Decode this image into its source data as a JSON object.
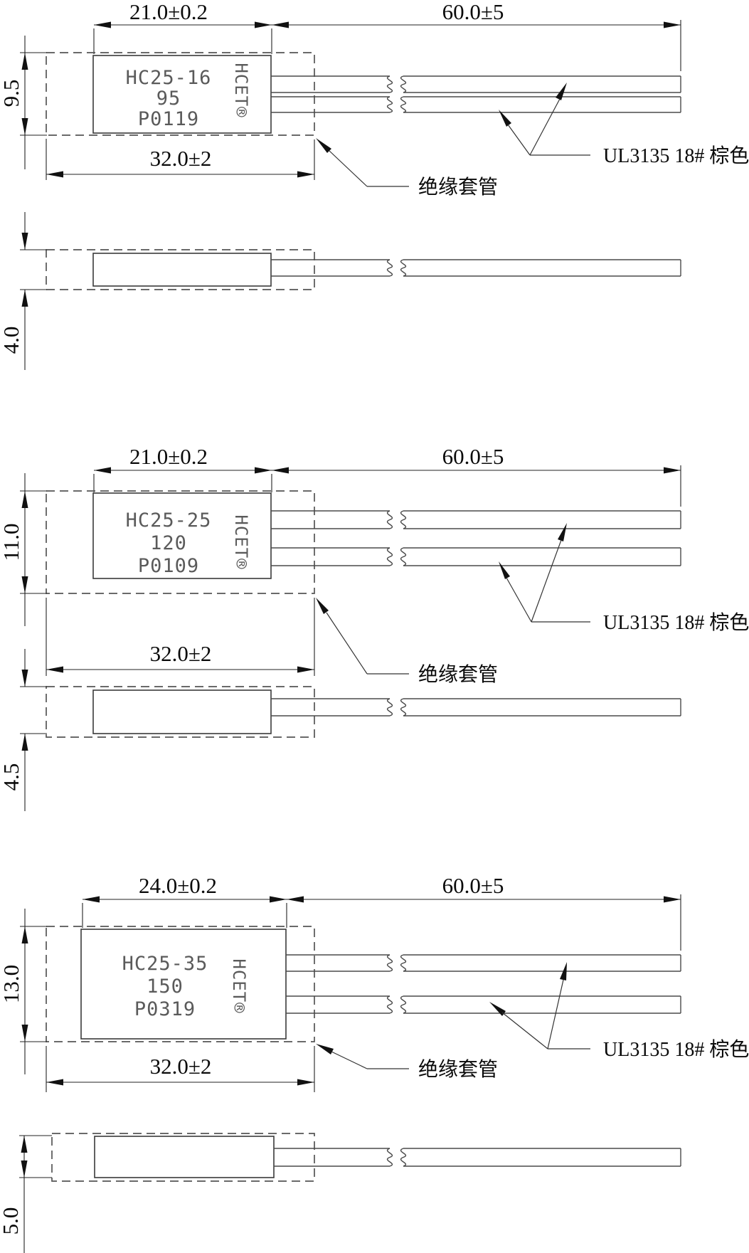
{
  "drawings": [
    {
      "model": "HC25-16",
      "temperature": "95",
      "batch": "P0119",
      "brand": "HCET®",
      "dims": {
        "body_length": "21.0±0.2",
        "lead_length": "60.0±5",
        "body_height": "9.5",
        "overall_length": "32.0±2",
        "thickness": "4.0"
      },
      "labels": {
        "sleeve": "绝缘套管",
        "wire": "UL3135 18# 棕色"
      }
    },
    {
      "model": "HC25-25",
      "temperature": "120",
      "batch": "P0109",
      "brand": "HCET®",
      "dims": {
        "body_length": "21.0±0.2",
        "lead_length": "60.0±5",
        "body_height": "11.0",
        "overall_length": "32.0±2",
        "thickness": "4.5"
      },
      "labels": {
        "sleeve": "绝缘套管",
        "wire": "UL3135 18# 棕色"
      }
    },
    {
      "model": "HC25-35",
      "temperature": "150",
      "batch": "P0319",
      "brand": "HCET®",
      "dims": {
        "body_length": "24.0±0.2",
        "lead_length": "60.0±5",
        "body_height": "13.0",
        "overall_length": "32.0±2",
        "thickness": "5.0"
      },
      "labels": {
        "sleeve": "绝缘套管",
        "wire": "UL3135 18# 棕色"
      }
    }
  ]
}
